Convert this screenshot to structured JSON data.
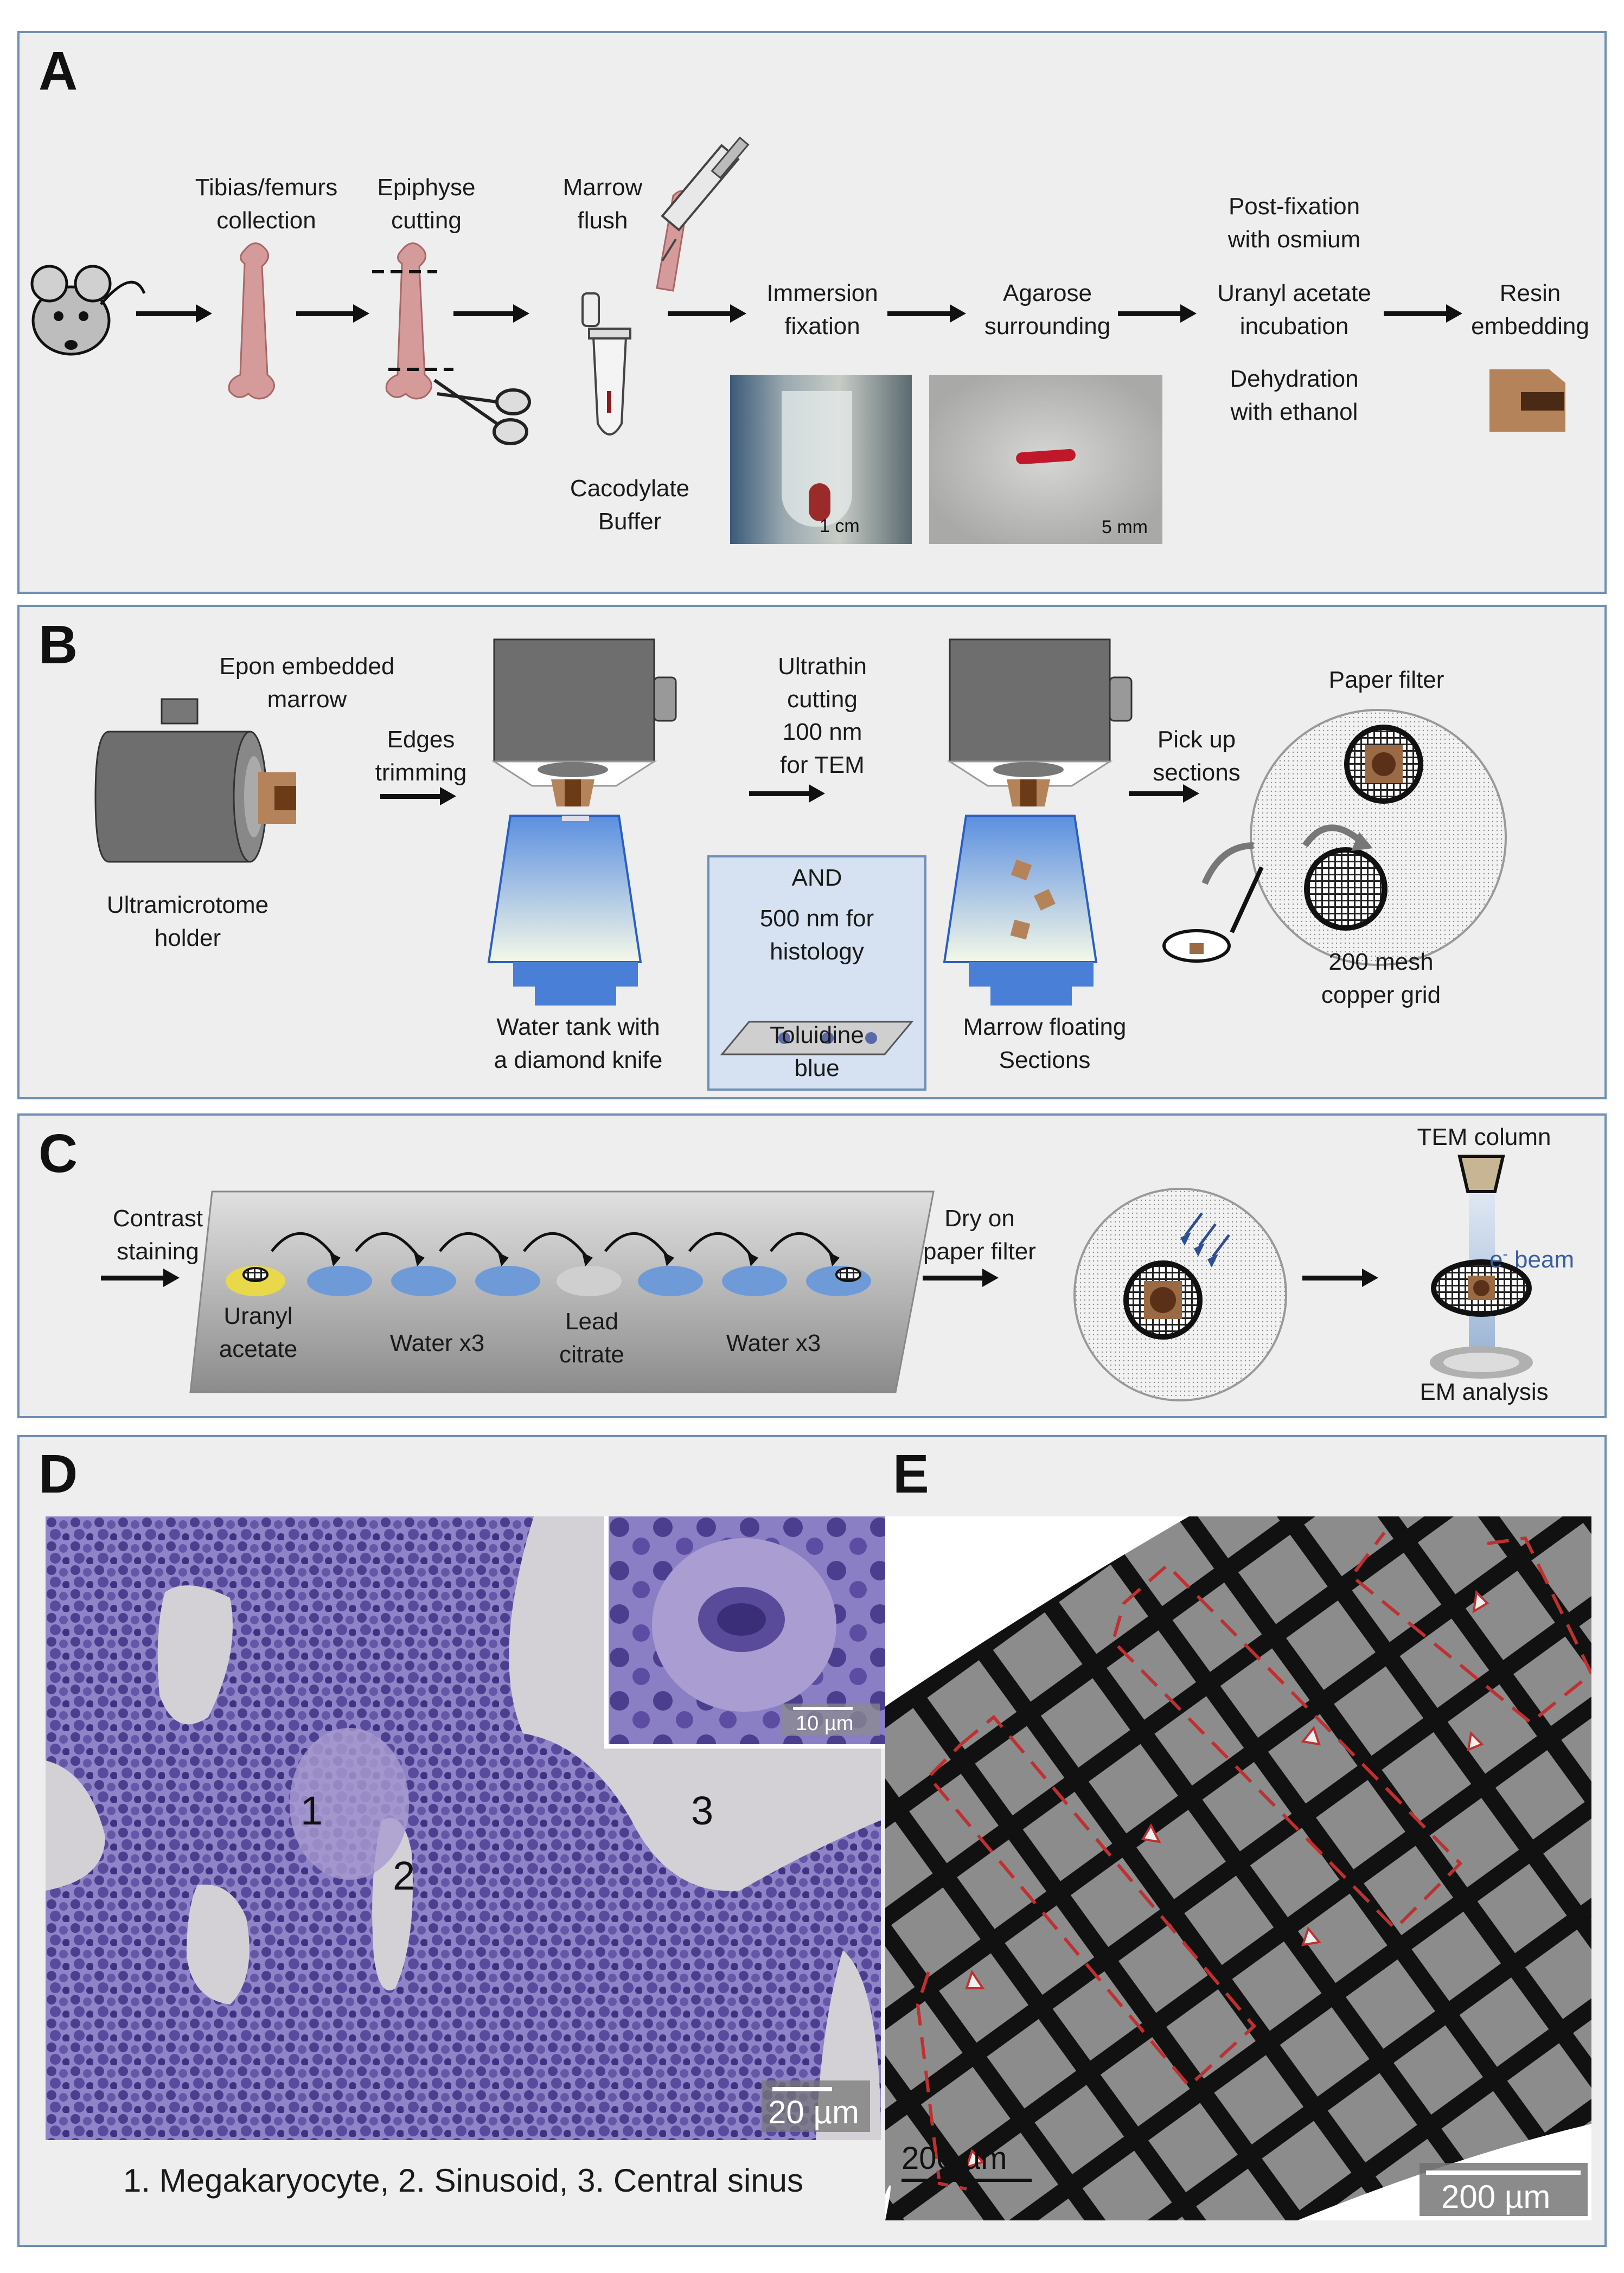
{
  "panelA": {
    "letter": "A",
    "steps": {
      "collection": "Tibias/femurs\ncollection",
      "epiphyse": "Epiphyse\ncutting",
      "flush": "Marrow\nflush",
      "buffer": "Cacodylate\nBuffer",
      "immersion": "Immersion\nfixation",
      "agarose": "Agarose\nsurrounding",
      "postfix": "Post-fixation\nwith osmium",
      "uranyl": "Uranyl acetate\nincubation",
      "dehydration": "Dehydration\nwith ethanol",
      "resin": "Resin\nembedding"
    },
    "scale1": "1 cm",
    "scale2": "5 mm"
  },
  "panelB": {
    "letter": "B",
    "epon": "Epon embedded\nmarrow",
    "holder": "Ultramicrotome\nholder",
    "edges": "Edges\ntrimming",
    "watertank": "Water tank with\na diamond knife",
    "ultrathin": "Ultrathin\ncutting\n100 nm\nfor TEM",
    "and": "AND",
    "histology": "500 nm for\nhistology",
    "toluidine": "Toluidine\nblue",
    "floating": "Marrow floating\nSections",
    "pickup": "Pick up\nsections",
    "paperfilter": "Paper filter",
    "grid": "200 mesh\ncopper grid"
  },
  "panelC": {
    "letter": "C",
    "contrast": "Contrast\nstaining",
    "uranyl": "Uranyl\nacetate",
    "water1": "Water x3",
    "lead": "Lead\ncitrate",
    "water2": "Water x3",
    "dry": "Dry on\npaper filter",
    "tem": "TEM column",
    "beam": "e",
    "beam_sup": "-",
    "beam_rest": " beam",
    "em": "EM analysis"
  },
  "panelD": {
    "letter": "D",
    "n1": "1",
    "n2": "2",
    "n3": "3",
    "inset_scale": "10 µm",
    "scale": "20 µm",
    "caption": "1. Megakaryocyte, 2. Sinusoid, 3. Central sinus"
  },
  "panelE": {
    "letter": "E",
    "scale_inner": "200 µm",
    "scale": "200 µm"
  },
  "colors": {
    "panel_border": "#6f8fb4",
    "bone": "#d59a9a",
    "resin": "#b5835a",
    "gray_holder": "#6e6e6e",
    "water_blue": "#5b8fe0",
    "tissue_purple": "#8878c4",
    "red_path": "#c03030"
  }
}
